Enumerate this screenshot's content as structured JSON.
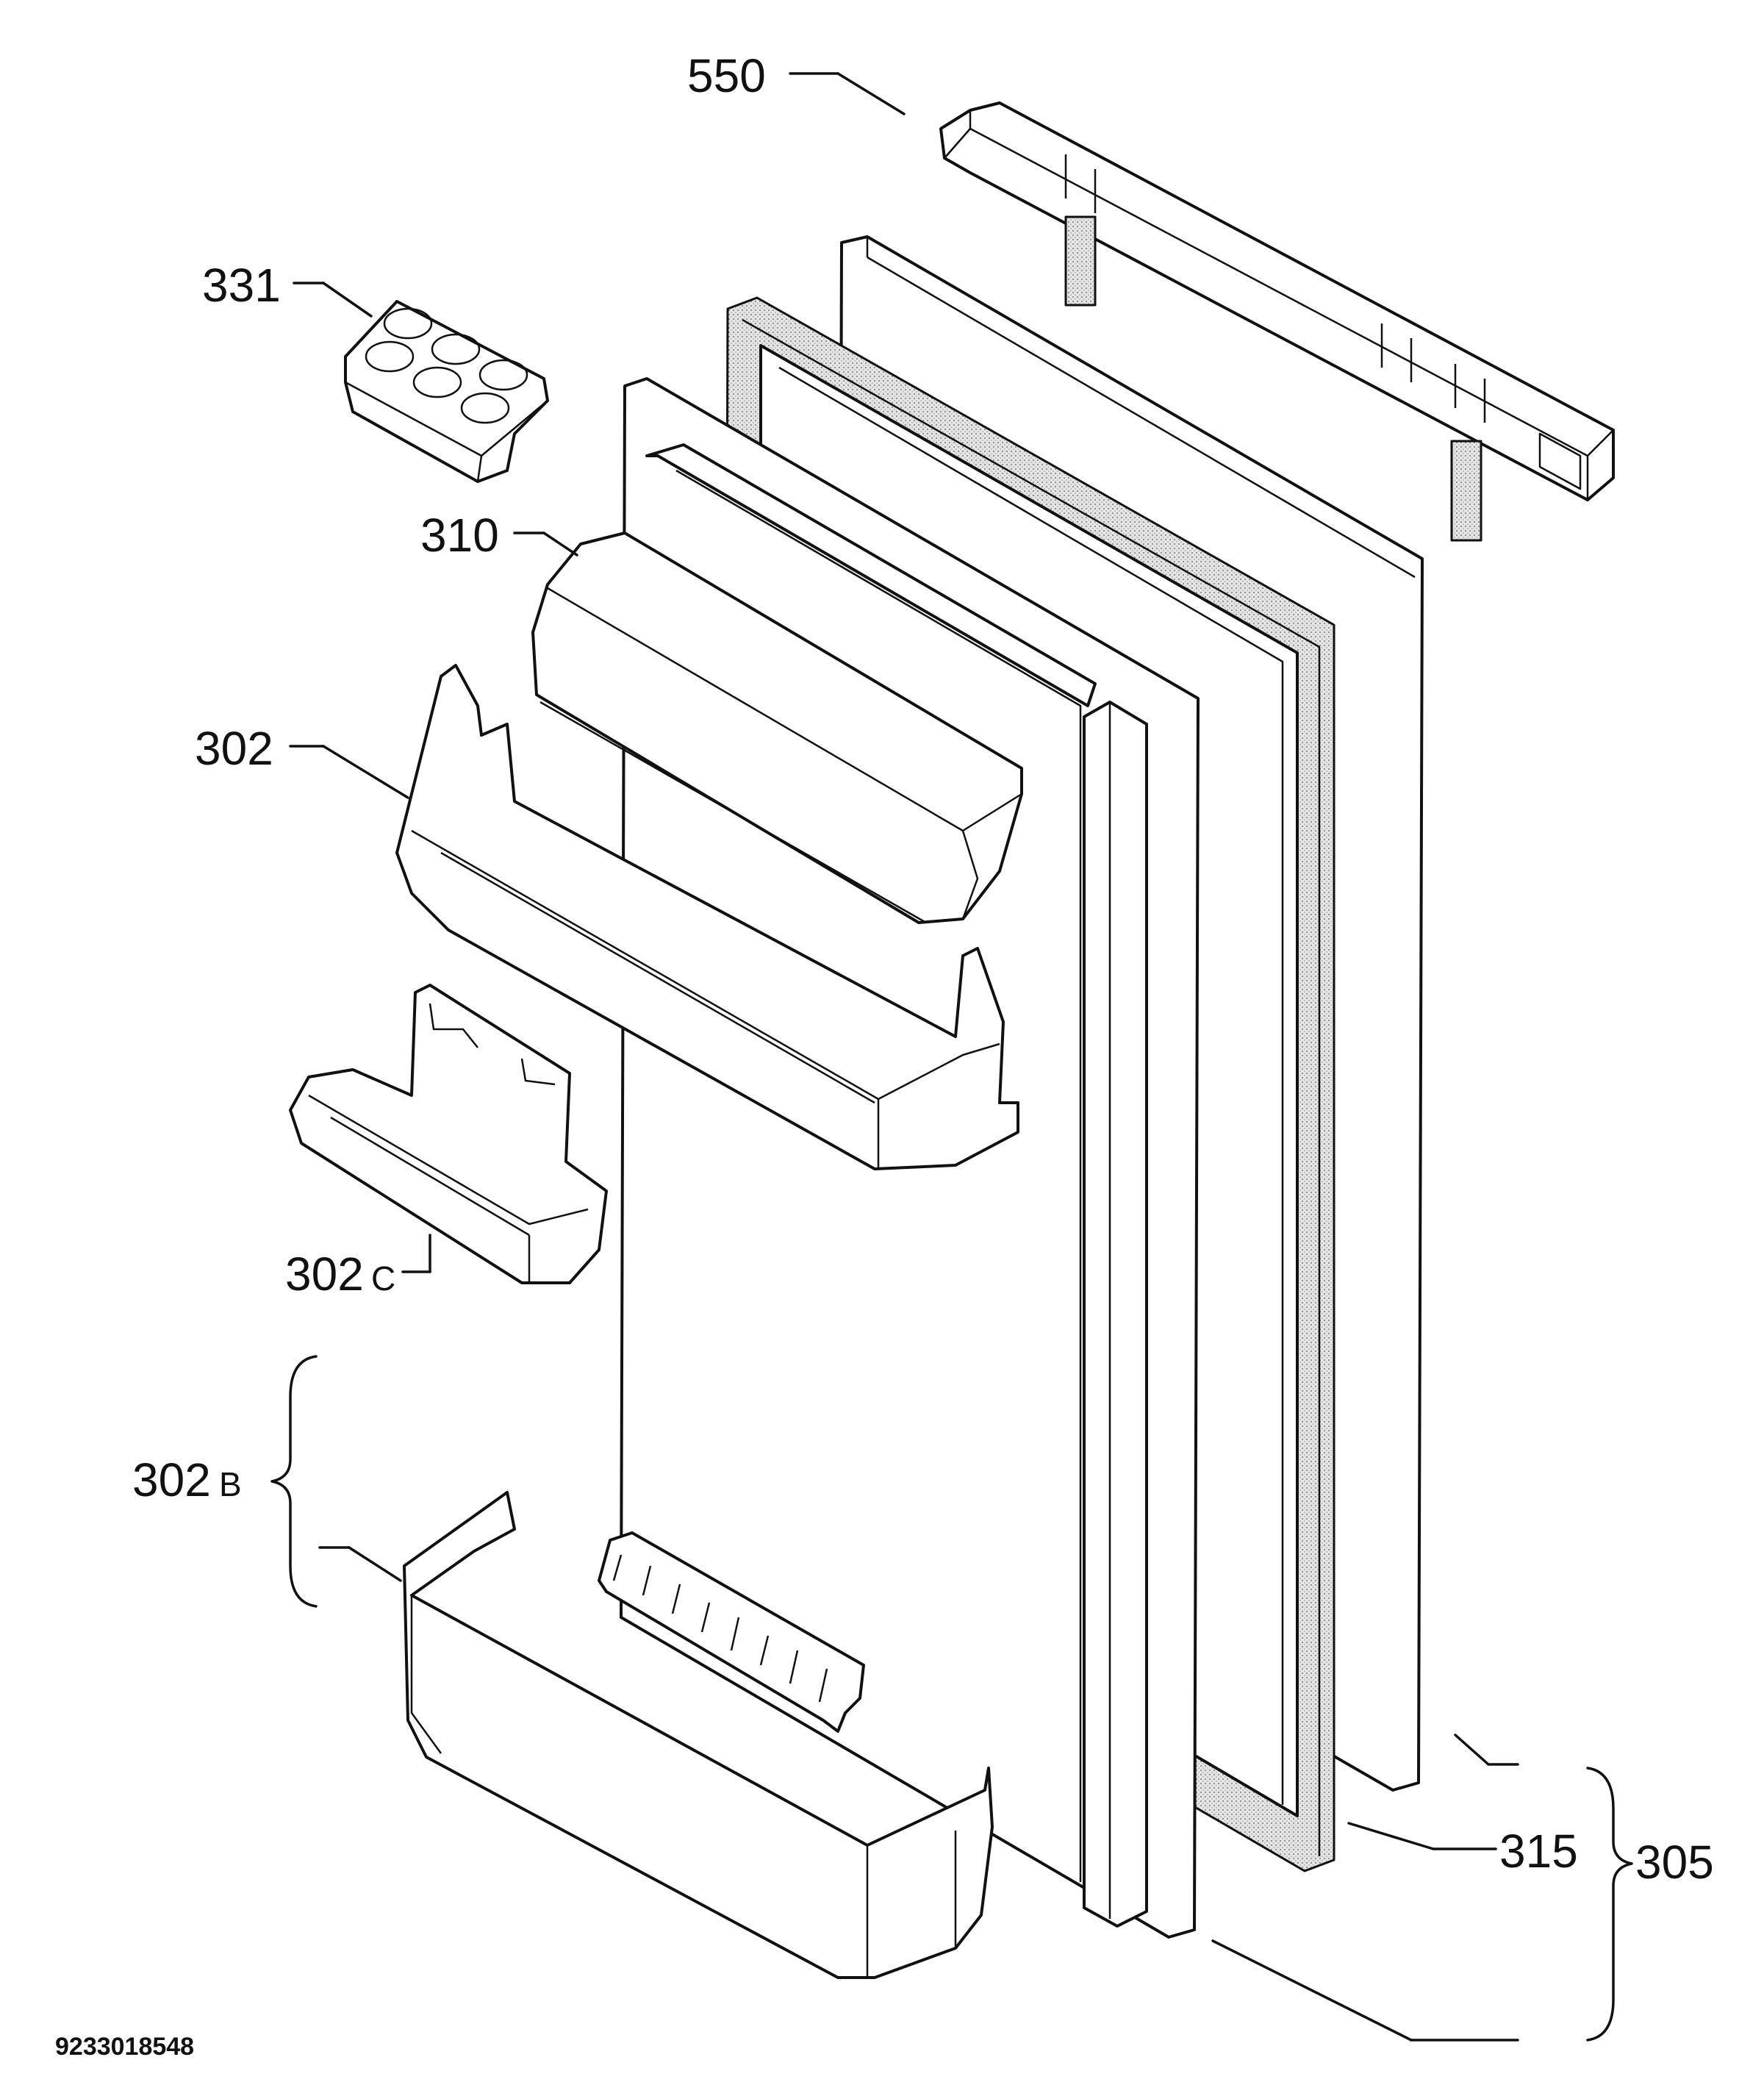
{
  "labels": {
    "l550": "550",
    "l331": "331",
    "l310": "310",
    "l302": "302",
    "l302c_num": "302",
    "l302c_suffix": "C",
    "l302b_num": "302",
    "l302b_suffix": "B",
    "l315": "315",
    "l305": "305"
  },
  "document_number": "9233018548"
}
